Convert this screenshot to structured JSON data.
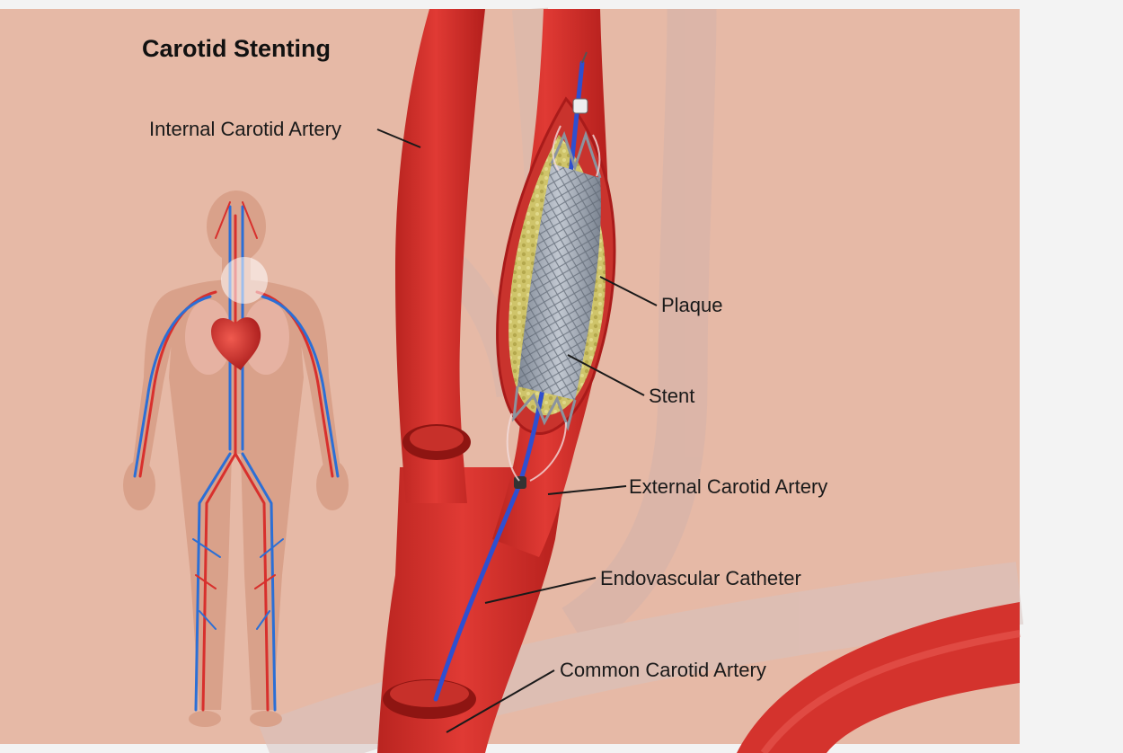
{
  "title": "Carotid Stenting",
  "labels": {
    "internal_carotid": "Internal Carotid Artery",
    "plaque": "Plaque",
    "stent": "Stent",
    "external_carotid": "External Carotid Artery",
    "endovascular_catheter": "Endovascular Catheter",
    "common_carotid": "Common Carotid Artery"
  },
  "colors": {
    "background": "#e6b9a6",
    "artery": "#d8302d",
    "artery_dark": "#a91b1a",
    "catheter": "#2f4fd0",
    "plaque": "#cbc065",
    "stent": "#9aa2ad",
    "skin": "#d9a18a",
    "vein": "#2b6fd6"
  }
}
